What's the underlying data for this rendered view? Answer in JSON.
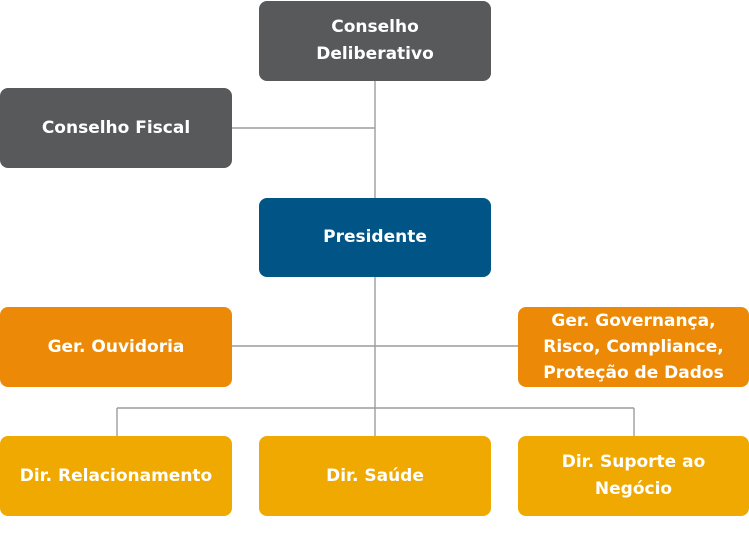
{
  "diagram": {
    "boards": {
      "deliberative_line1": "Conselho",
      "deliberative_line2": "Deliberativo",
      "fiscal": "Conselho Fiscal"
    },
    "president": "Presidente",
    "management": {
      "ombudsman": "Ger. Ouvidoria",
      "governance_line1": "Ger. Governança,",
      "governance_line2": "Risco, Compliance,",
      "governance_line3": "Proteção de Dados"
    },
    "directorates": {
      "relationship": "Dir. Relacionamento",
      "health": "Dir. Saúde",
      "support_line1": "Dir. Suporte ao",
      "support_line2": "Negócio"
    },
    "colors": {
      "board": "#58595b",
      "president": "#005587",
      "management": "#ec8a07",
      "directorate": "#f0a900",
      "connector": "#9c9c9c"
    }
  }
}
